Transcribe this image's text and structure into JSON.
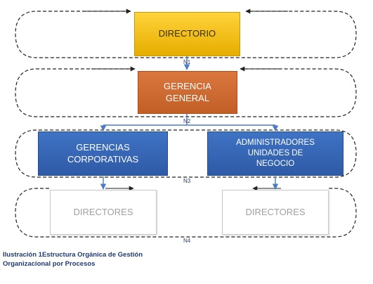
{
  "diagram": {
    "levels": [
      {
        "id": "N1",
        "label": "N1"
      },
      {
        "id": "N2",
        "label": "N2"
      },
      {
        "id": "N3",
        "label": "N3"
      },
      {
        "id": "N4",
        "label": "N4"
      }
    ],
    "nodes": {
      "directorio": "DIRECTORIO",
      "gerencia_general": "GERENCIA\nGENERAL",
      "gerencias_corporativas": "GERENCIAS\nCORPORATIVAS",
      "administradores": "ADMINISTRADORES\nUNIDADES DE\nNEGOCIO",
      "directores_left": "DIRECTORES",
      "directores_right": "DIRECTORES"
    },
    "edges": [
      {
        "from": "directorio",
        "to": "gerencia_general"
      },
      {
        "from": "gerencia_general",
        "to": "gerencias_corporativas"
      },
      {
        "from": "gerencia_general",
        "to": "administradores"
      },
      {
        "from": "gerencias_corporativas",
        "to": "directores_left"
      },
      {
        "from": "administradores",
        "to": "directores_right"
      }
    ],
    "colors": {
      "directorio": "#f5c000",
      "gerencia_general": "#d06a31",
      "blue_boxes": "#3464b6",
      "ghost_boxes": "#ffffff",
      "connector": "#4a7cc8",
      "dashed": "#222222"
    }
  },
  "caption": {
    "line1": "Ilustración 1Estructura Orgánica de Gestión",
    "line2": "Organizacional por Procesos"
  }
}
